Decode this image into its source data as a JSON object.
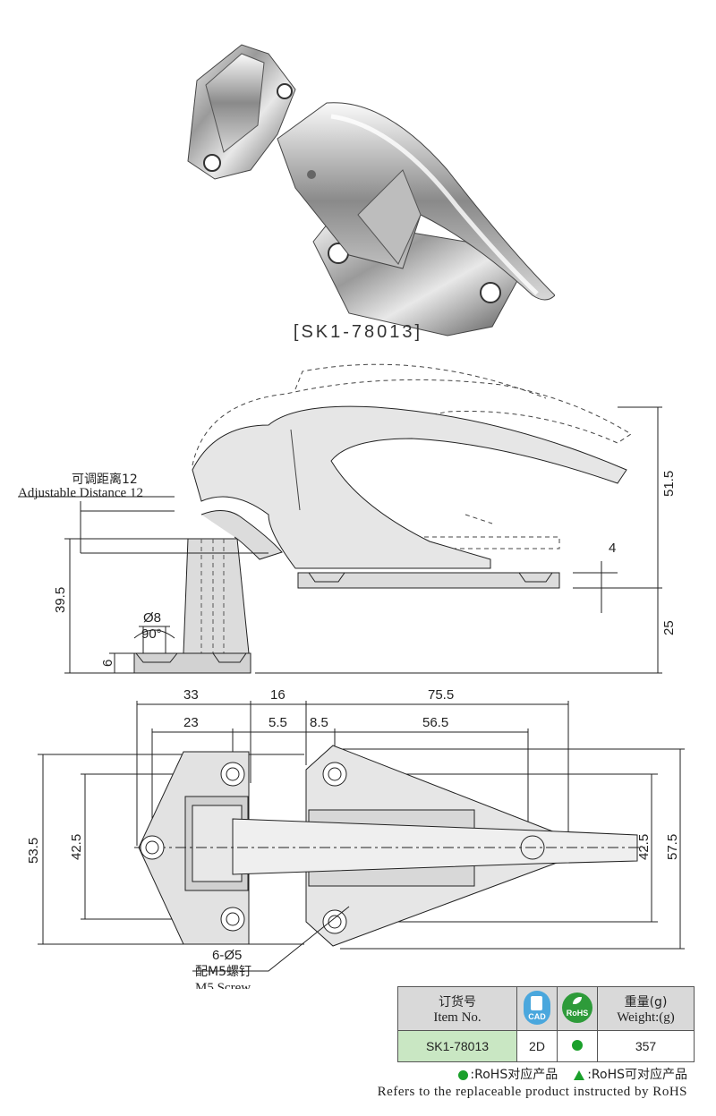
{
  "product": {
    "caption": "[SK1-78013]"
  },
  "side_view": {
    "adjust_cn": "可调距离12",
    "adjust_en": "Adjustable Distance 12",
    "dims": {
      "d_51_5": "51.5",
      "d_4": "4",
      "d_39_5": "39.5",
      "d_25": "25",
      "d_6": "6",
      "d_8": "Ø8",
      "d_90": "90°"
    }
  },
  "top_view": {
    "dims": {
      "d_33": "33",
      "d_16": "16",
      "d_75_5": "75.5",
      "d_23": "23",
      "d_5_5": "5.5",
      "d_8_5": "8.5",
      "d_56_5": "56.5",
      "d_53_5": "53.5",
      "d_42_5_left": "42.5",
      "d_42_5_right": "42.5",
      "d_57_5": "57.5"
    },
    "holes": "6-Ø5",
    "screw_cn": "配M5螺钉",
    "screw_en": "M5 Screw"
  },
  "spec_table": {
    "header": {
      "item_cn": "订货号",
      "item_en": "Item No.",
      "cad_icon_text": "CAD",
      "rohs_icon_text": "RoHS",
      "weight_cn": "重量(g)",
      "weight_en": "Weight:(g)"
    },
    "row": {
      "item_no": "SK1-78013",
      "cad": "2D",
      "weight": "357"
    }
  },
  "legend": {
    "dot_text": ":RoHS对应产品",
    "triangle_text": ":RoHS可对应产品",
    "note": "Refers to the replaceable product instructed by RoHS"
  },
  "colors": {
    "rohs_green": "#1aa02b",
    "cad_blue": "#4aa7dd",
    "item_cell_green": "#c9e7c3",
    "header_gray": "#d9d9d9"
  }
}
